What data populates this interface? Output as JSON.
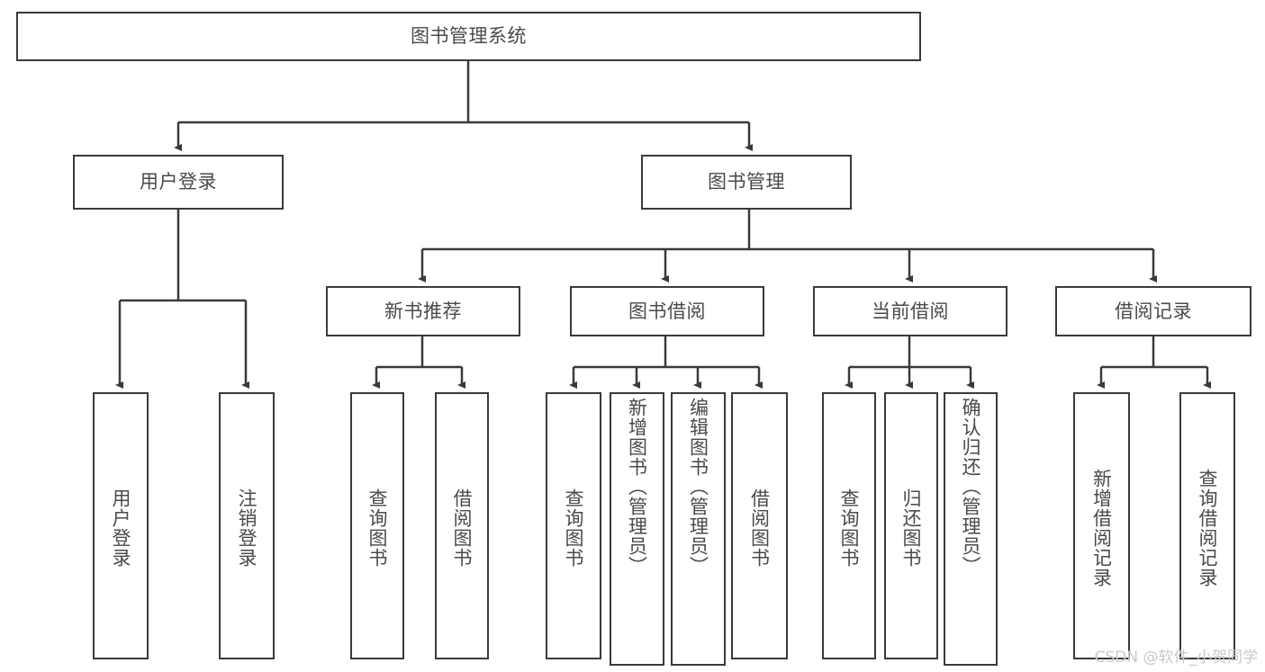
{
  "diagram": {
    "title": "图书管理系统",
    "root": {
      "label": "图书管理系统"
    },
    "level2": [
      {
        "label": "用户登录"
      },
      {
        "label": "图书管理"
      }
    ],
    "level3": [
      {
        "label": "新书推荐"
      },
      {
        "label": "图书借阅"
      },
      {
        "label": "当前借阅"
      },
      {
        "label": "借阅记录"
      }
    ],
    "leaves": {
      "user_login": [
        {
          "label": "用户登录"
        },
        {
          "label": "注销登录"
        }
      ],
      "new_book_recommend": [
        {
          "label": "查询图书"
        },
        {
          "label": "借阅图书"
        }
      ],
      "book_borrow": [
        {
          "label": "查询图书"
        },
        {
          "label": "新增图书（管理员）"
        },
        {
          "label": "编辑图书（管理员）"
        },
        {
          "label": "借阅图书"
        }
      ],
      "current_borrow": [
        {
          "label": "查询图书"
        },
        {
          "label": "归还图书"
        },
        {
          "label": "确认归还（管理员）"
        }
      ],
      "borrow_record": [
        {
          "label": "新增借阅记录"
        },
        {
          "label": "查询借阅记录"
        }
      ]
    }
  },
  "watermark": {
    "text": "CSDN @软件_小贺同学"
  },
  "colors": {
    "stroke": "#3a3a3a",
    "text": "#4a4a4a",
    "background": "#ffffff",
    "watermark": "#c9c9c9"
  }
}
